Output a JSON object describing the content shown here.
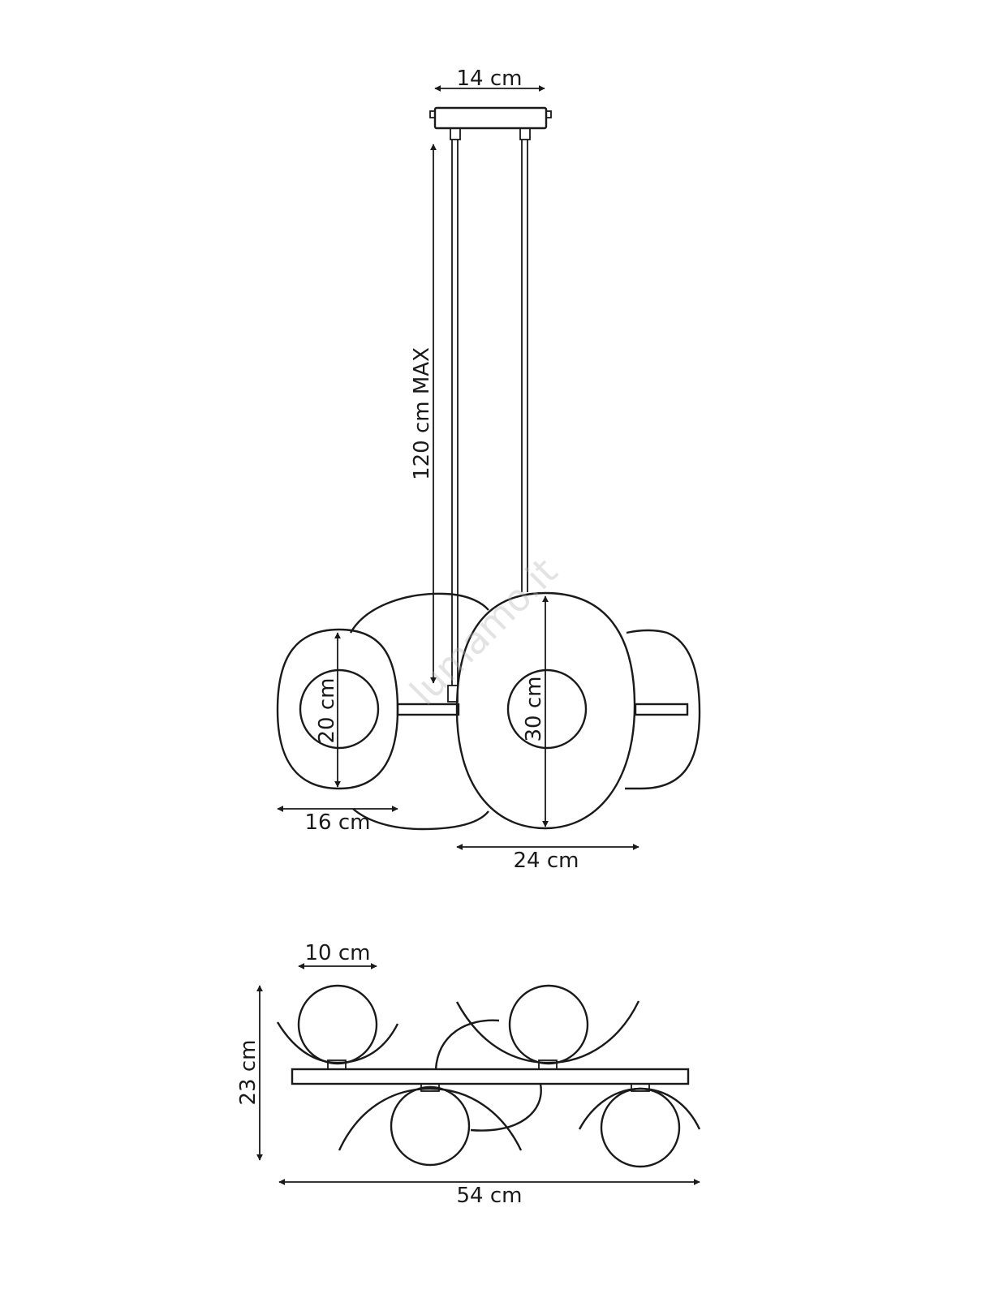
{
  "front_view": {
    "labels": {
      "canopy_width": "14 cm",
      "cable_length": "120 cm MAX",
      "small_shade_height": "20 cm",
      "large_shade_height": "30 cm",
      "small_shade_width": "16 cm",
      "large_shade_width": "24 cm"
    }
  },
  "top_view": {
    "labels": {
      "globe_diameter": "10 cm",
      "depth": "23 cm",
      "total_width": "54 cm"
    }
  },
  "watermark": "lumamo.it"
}
